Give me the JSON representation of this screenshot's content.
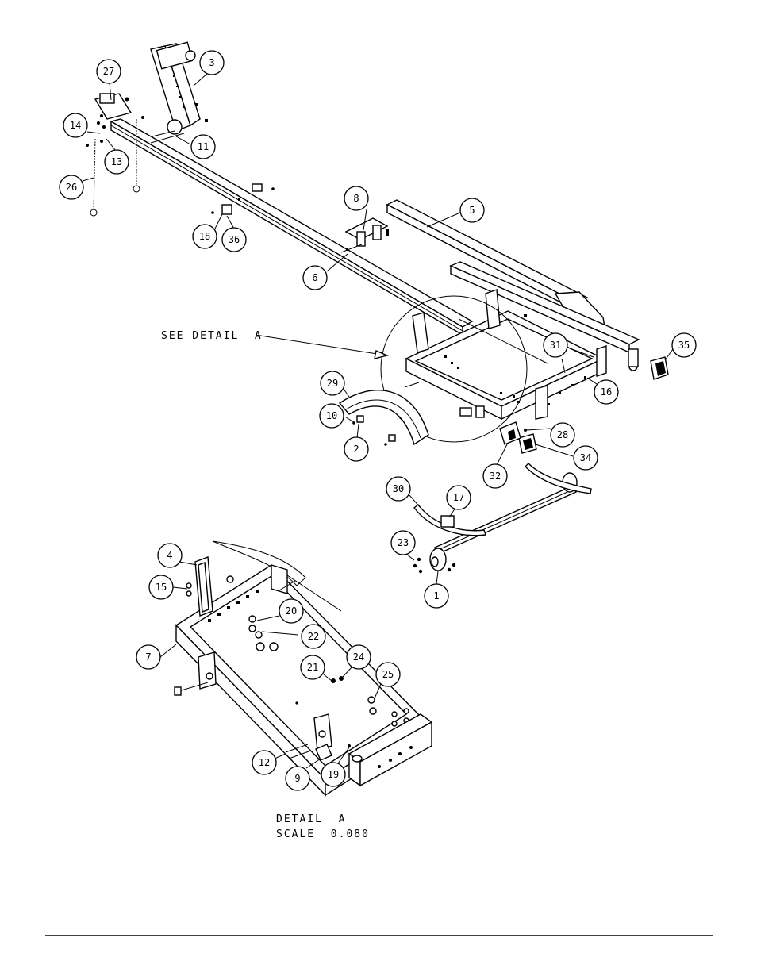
{
  "callouts": [
    {
      "label": "27"
    },
    {
      "label": "3"
    },
    {
      "label": "14"
    },
    {
      "label": "11"
    },
    {
      "label": "13"
    },
    {
      "label": "26"
    },
    {
      "label": "8"
    },
    {
      "label": "5"
    },
    {
      "label": "18"
    },
    {
      "label": "36"
    },
    {
      "label": "6"
    },
    {
      "label": "31"
    },
    {
      "label": "35"
    },
    {
      "label": "16"
    },
    {
      "label": "29"
    },
    {
      "label": "10"
    },
    {
      "label": "2"
    },
    {
      "label": "28"
    },
    {
      "label": "34"
    },
    {
      "label": "32"
    },
    {
      "label": "30"
    },
    {
      "label": "17"
    },
    {
      "label": "23"
    },
    {
      "label": "1"
    },
    {
      "label": "4"
    },
    {
      "label": "15"
    },
    {
      "label": "20"
    },
    {
      "label": "22"
    },
    {
      "label": "7"
    },
    {
      "label": "21"
    },
    {
      "label": "24"
    },
    {
      "label": "25"
    },
    {
      "label": "12"
    },
    {
      "label": "9"
    },
    {
      "label": "19"
    }
  ],
  "notes": {
    "see_detail": "SEE DETAIL  A",
    "detail_title": "DETAIL  A",
    "detail_scale": "SCALE  0.080"
  }
}
